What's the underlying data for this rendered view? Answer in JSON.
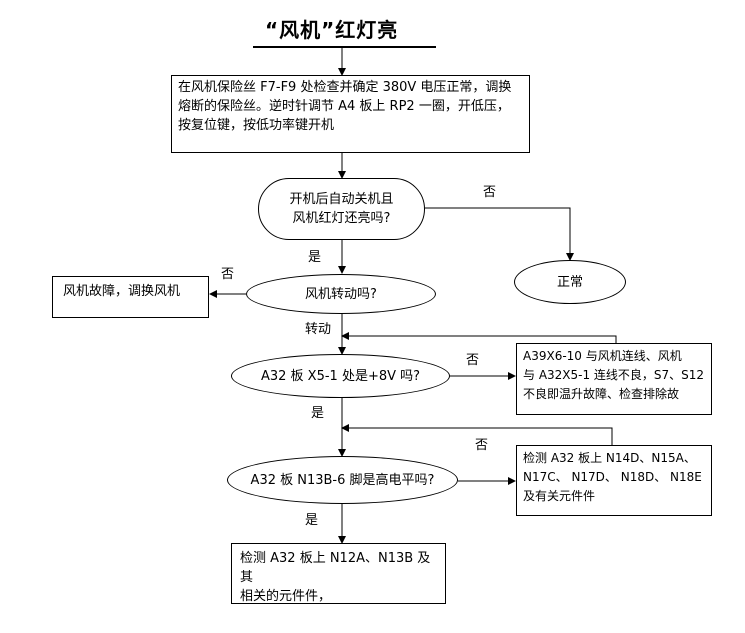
{
  "title": "“风机”红灯亮",
  "nodes": {
    "step1": {
      "lines": [
        "在风机保险丝 F7-F9 处检查并确定 380V 电压正常，调换",
        "熔断的保险丝。逆时针调节 A4 板上 RP2 一圈，开低压，",
        "按复位键，按低功率键开机"
      ]
    },
    "q1": {
      "lines": [
        "开机后自动关机且",
        "风机红灯还亮吗?"
      ]
    },
    "normal": {
      "lines": [
        "正常"
      ]
    },
    "q2": {
      "lines": [
        "风机转动吗?"
      ]
    },
    "fault": {
      "lines": [
        "风机故障，调换风机"
      ]
    },
    "q3": {
      "lines": [
        "A32 板 X5-1 处是+8V 吗?"
      ]
    },
    "r3": {
      "lines": [
        "A39X6-10 与风机连线、风机",
        "与 A32X5-1 连线不良，S7、S12",
        "不良即温升故障、检查排除故"
      ]
    },
    "q4": {
      "lines": [
        "A32 板 N13B-6 脚是高电平吗?"
      ]
    },
    "r4": {
      "lines": [
        "检测 A32 板上 N14D、N15A、",
        "N17C、 N17D、 N18D、 N18E",
        "及有关元件件"
      ]
    },
    "r5": {
      "lines": [
        "检测 A32 板上 N12A、N13B 及其",
        "相关的元件件，"
      ]
    }
  },
  "edge_labels": {
    "q1_no": "否",
    "q1_yes": "是",
    "q2_no": "否",
    "q2_yes": "转动",
    "q3_no": "否",
    "q3_yes": "是",
    "q4_no": "否",
    "q4_yes": "是"
  },
  "colors": {
    "stroke": "#000000",
    "fill": "#ffffff",
    "text": "#000000"
  }
}
